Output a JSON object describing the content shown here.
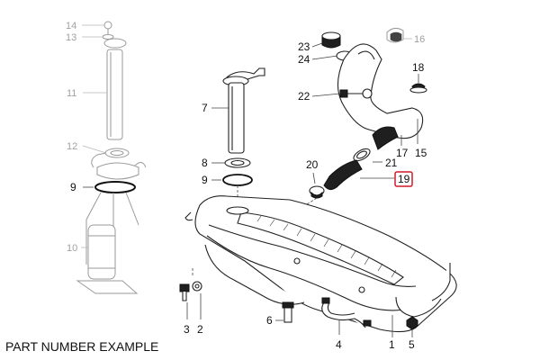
{
  "caption": "PART NUMBER EXAMPLE",
  "highlight_color": "#d11a2a",
  "highlighted_callout": "19",
  "callouts": {
    "c14": "14",
    "c13": "13",
    "c11": "11",
    "c12": "12",
    "c9a": "9",
    "c10": "10",
    "c7": "7",
    "c8": "8",
    "c9b": "9",
    "c23": "23",
    "c24": "24",
    "c16": "16",
    "c18": "18",
    "c22": "22",
    "c17": "17",
    "c15": "15",
    "c21": "21",
    "c20": "20",
    "c19": "19",
    "c3": "3",
    "c2": "2",
    "c6": "6",
    "c4": "4",
    "c1": "1",
    "c5": "5"
  }
}
